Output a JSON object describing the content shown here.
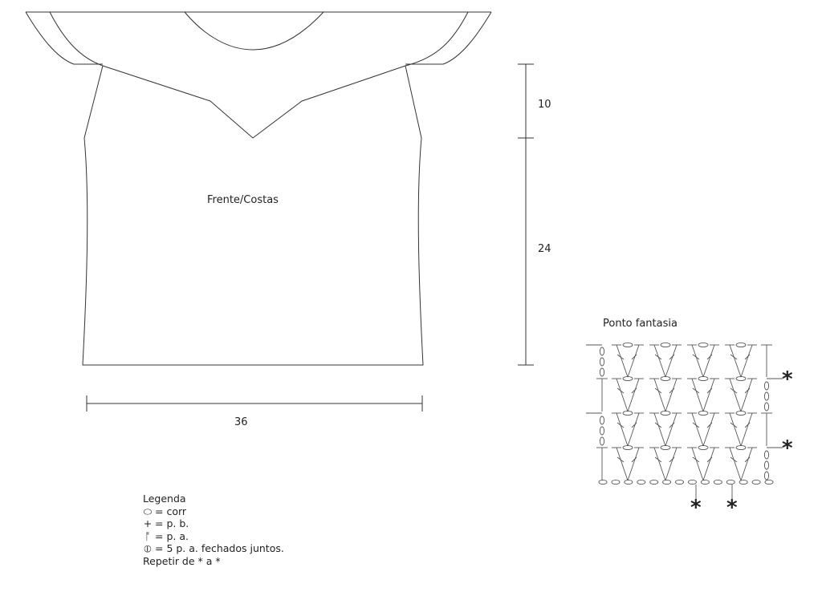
{
  "pattern": {
    "piece_label": "Frente/Costas",
    "dimensions": {
      "upper_height": "10",
      "lower_height": "24",
      "width": "36"
    }
  },
  "stitch_chart": {
    "title": "Ponto fantasia",
    "repeat_marker": "*",
    "rows": 4,
    "foundation_chains": 14
  },
  "legend": {
    "title": "Legenda",
    "items": [
      {
        "symbol": "chain-oval-icon",
        "text": "= corr"
      },
      {
        "symbol": "single-crochet-cross-icon",
        "text": "= p. b."
      },
      {
        "symbol": "double-crochet-icon",
        "text": "= p. a."
      },
      {
        "symbol": "cluster-5-icon",
        "text": "= 5 p. a. fechados juntos."
      }
    ],
    "repeat_note": "Repetir de * a *"
  }
}
